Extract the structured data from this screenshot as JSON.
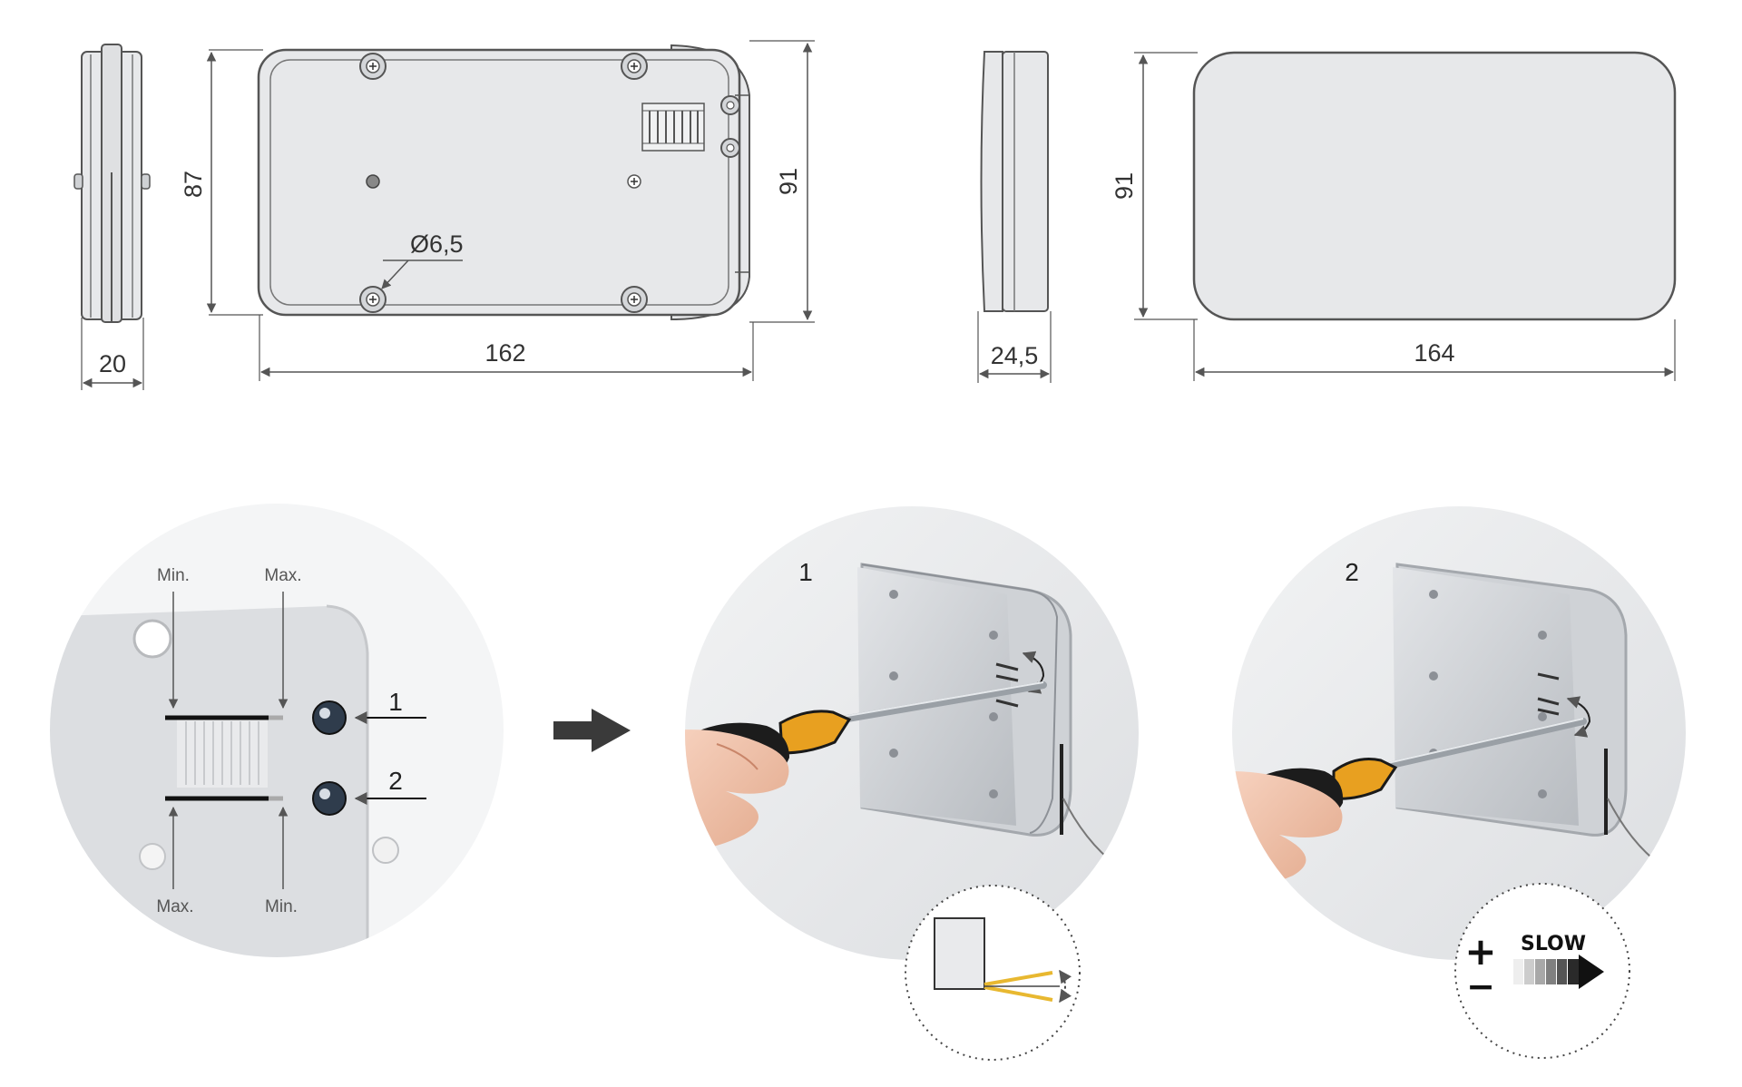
{
  "technical_drawing": {
    "front_view": {
      "height_inner": "87",
      "height_outer": "91",
      "width": "162",
      "hole_diameter": "Ø6,5"
    },
    "side_view_left": {
      "depth": "20"
    },
    "side_view_cover": {
      "depth": "24,5"
    },
    "cover_view": {
      "height": "91",
      "width": "164"
    }
  },
  "detail_zoom": {
    "top_min": "Min.",
    "top_max": "Max.",
    "bottom_max": "Max.",
    "bottom_min": "Min.",
    "screw_1": "1",
    "screw_2": "2"
  },
  "steps": [
    {
      "number": "1"
    },
    {
      "number": "2",
      "inset_label": "SLOW",
      "inset_plus": "+",
      "inset_minus": "−"
    }
  ],
  "colors": {
    "housing_fill": "#e7e8ea",
    "line": "#555555",
    "screwdriver_handle": "#e8a020",
    "inset_yellow": "#e8b830"
  }
}
